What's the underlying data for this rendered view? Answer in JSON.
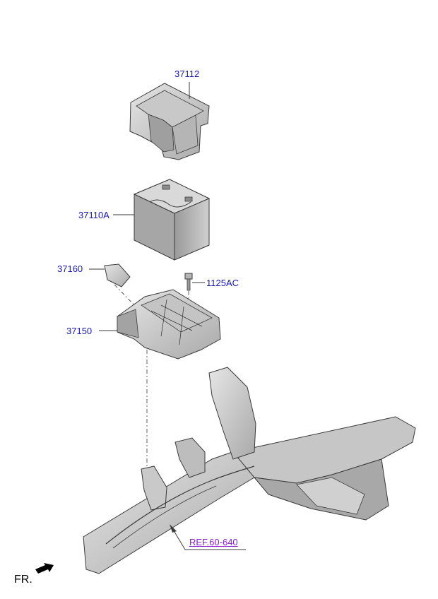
{
  "labels": {
    "p37112": "37112",
    "p37110a": "37110A",
    "p37160": "37160",
    "p1125ac": "1125AC",
    "p37150": "37150",
    "ref": "REF.60-640",
    "front": "FR."
  },
  "colors": {
    "part_label": "#1a1aa6",
    "ref_label": "#8a1fd1",
    "part_fill_light": "#d6d6d6",
    "part_fill_mid": "#b3b3b3",
    "part_fill_dark": "#8c8c8c",
    "outline": "#3a3a3a"
  }
}
